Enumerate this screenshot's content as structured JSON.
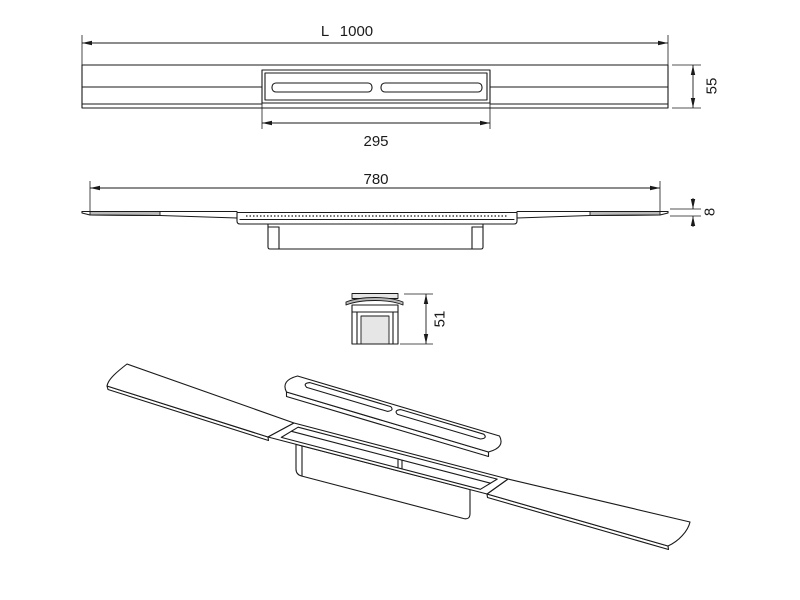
{
  "top_view": {
    "length": "L 1000",
    "height": "55",
    "grate": "295"
  },
  "side_view": {
    "length": "780",
    "thickness": "8"
  },
  "section_view": {
    "height": "51"
  },
  "colors": {
    "line": "#1a1a1a",
    "background": "#ffffff",
    "shade": "#b9b9b9",
    "light": "#e6e6e6"
  }
}
